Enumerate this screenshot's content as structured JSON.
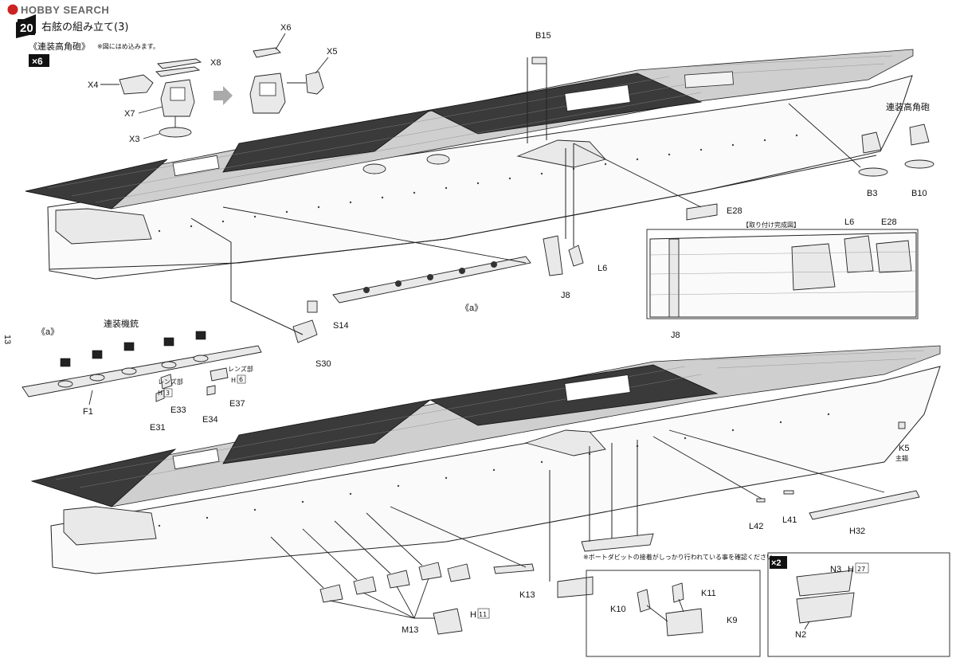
{
  "watermark": "HOBBY SEARCH",
  "step": {
    "number": "20",
    "title": "右舷の組み立て(3)"
  },
  "page_number": "13",
  "subassembly_title": "《連装高角砲》",
  "subassembly_note": "※図にはめ込みます。",
  "multiplier_6": "×6",
  "multiplier_2": "×2",
  "sub_a_title": "《a》",
  "sub_a_ref": "《a》",
  "twin_mg_label": "連装機銃",
  "twin_ha_label": "連装高角砲",
  "completed_view_title": "【取り付け完成図】",
  "lens_label_1": "レンズ部",
  "lens_label_2": "レンズ部",
  "main_mast_label": "主錨",
  "boat_note": "※ボートダビットの接着がしっかり行われている事を確認ください。",
  "parts": {
    "X6": "X6",
    "X5": "X5",
    "X8": "X8",
    "X4": "X4",
    "X7": "X7",
    "X3": "X3",
    "B15": "B15",
    "B3": "B3",
    "B10": "B10",
    "E28": "E28",
    "E28b": "E28",
    "L6": "L6",
    "L6b": "L6",
    "J8": "J8",
    "J8b": "J8",
    "S14": "S14",
    "S30": "S30",
    "F1": "F1",
    "E31": "E31",
    "E33": "E33",
    "E34": "E34",
    "E37": "E37",
    "H6": "H",
    "H6n": "6",
    "H3": "H",
    "H3n": "3",
    "K5": "K5",
    "L42": "L42",
    "L41": "L41",
    "H32": "H32",
    "K13": "K13",
    "M13": "M13",
    "H11": "H",
    "H11n": "11",
    "K10": "K10",
    "K11": "K11",
    "K9": "K9",
    "N3": "N3",
    "H27": "H",
    "H27n": "27",
    "N2": "N2"
  }
}
